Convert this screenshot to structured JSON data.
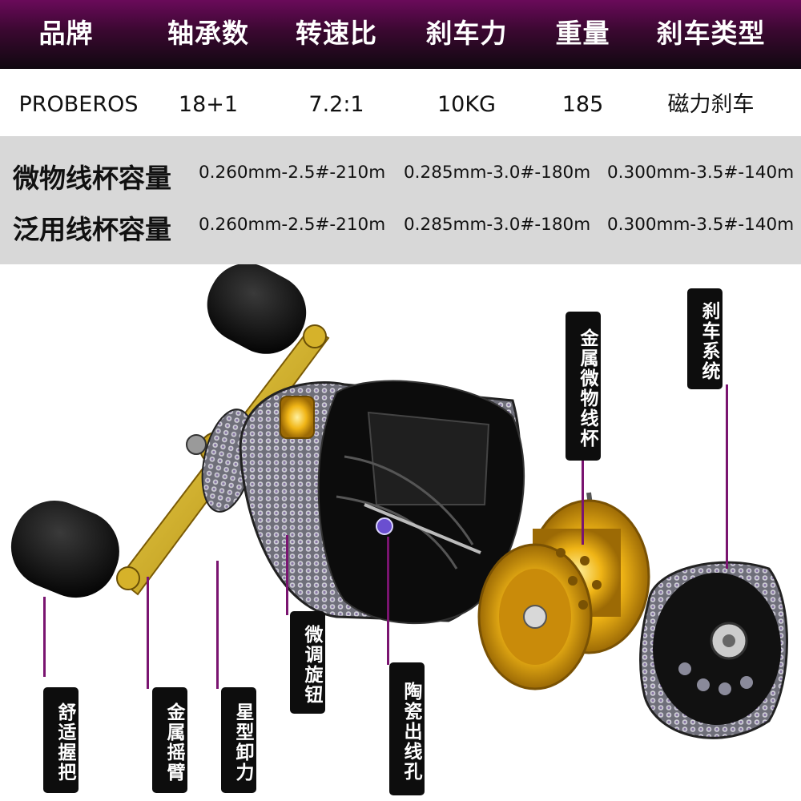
{
  "header": {
    "columns": [
      "品牌",
      "轴承数",
      "转速比",
      "刹车力",
      "重量",
      "刹车类型"
    ]
  },
  "specs": {
    "values": [
      "PROBEROS",
      "18+1",
      "7.2:1",
      "10KG",
      "185",
      "磁力刹车"
    ]
  },
  "capacity": {
    "rows": [
      {
        "label": "微物线杯容量",
        "values": [
          "0.260mm-2.5#-210m",
          "0.285mm-3.0#-180m",
          "0.300mm-3.5#-140m"
        ]
      },
      {
        "label": "泛用线杯容量",
        "values": [
          "0.260mm-2.5#-210m",
          "0.285mm-3.0#-180m",
          "0.300mm-3.5#-140m"
        ]
      }
    ]
  },
  "callouts": {
    "comfort_grip": "舒适握把",
    "metal_arm": "金属摇臂",
    "star_drag": "星型卸力",
    "fine_tune_knob": "微调旋钮",
    "ceramic_line_guide": "陶瓷出线孔",
    "metal_micro_spool": "金属微物线杯",
    "brake_system": "刹车系统"
  },
  "colors": {
    "header_top": "#6a0a5a",
    "header_bottom": "#100810",
    "callout_line": "#7a1470",
    "spool_gold": "#e8a712",
    "handle_gold": "#d4a814"
  }
}
